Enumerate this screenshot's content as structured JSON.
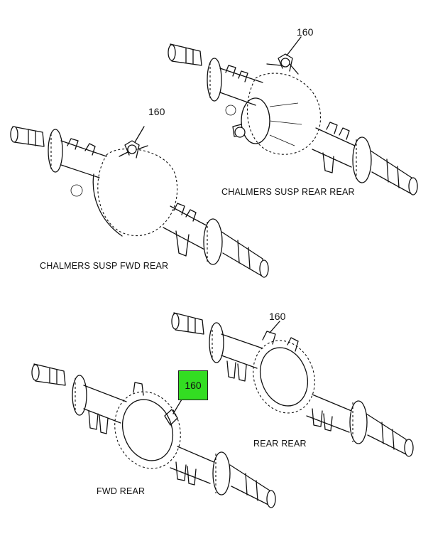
{
  "figures": [
    {
      "label": "CHALMERS SUSP FWD REAR",
      "callout": "160"
    },
    {
      "label": "CHALMERS SUSP REAR REAR",
      "callout": "160"
    },
    {
      "label": "FWD REAR",
      "callout": "160",
      "highlighted": true
    },
    {
      "label": "REAR REAR",
      "callout": "160"
    }
  ],
  "highlight_color": "#33dd22"
}
